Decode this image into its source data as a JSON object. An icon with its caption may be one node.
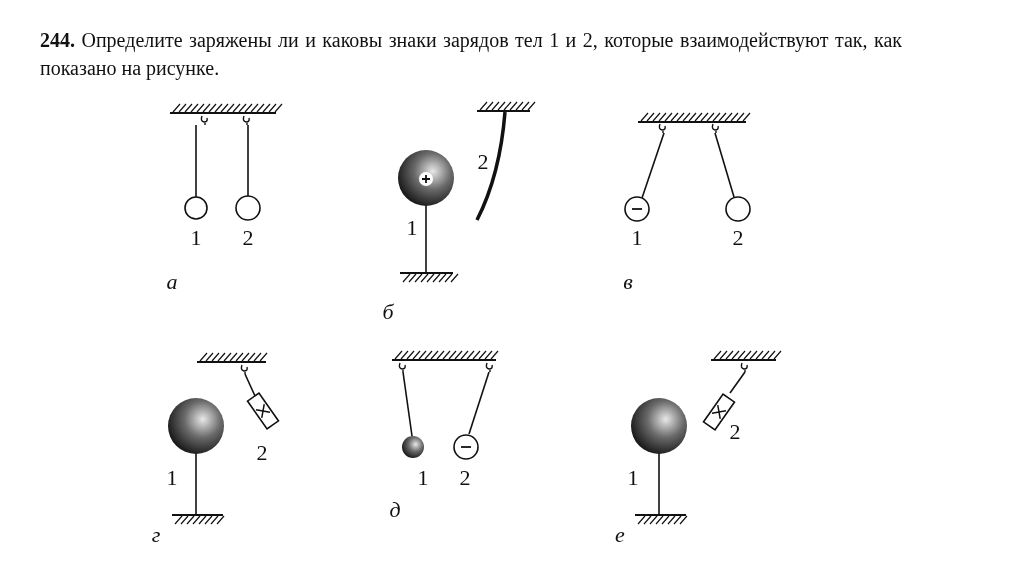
{
  "diagram": {
    "title": "**244.** Определите заряжены ли и каковы знаки зарядов тел 1 и 2, которые взаимодействуют так, как показано на рисунке.",
    "labels": [
      "1",
      "2",
      "а",
      "2",
      "1",
      "б",
      "1",
      "2",
      "в",
      "2",
      "1",
      "г",
      "1",
      "2",
      "д",
      "2",
      "1",
      "е"
    ]
  }
}
